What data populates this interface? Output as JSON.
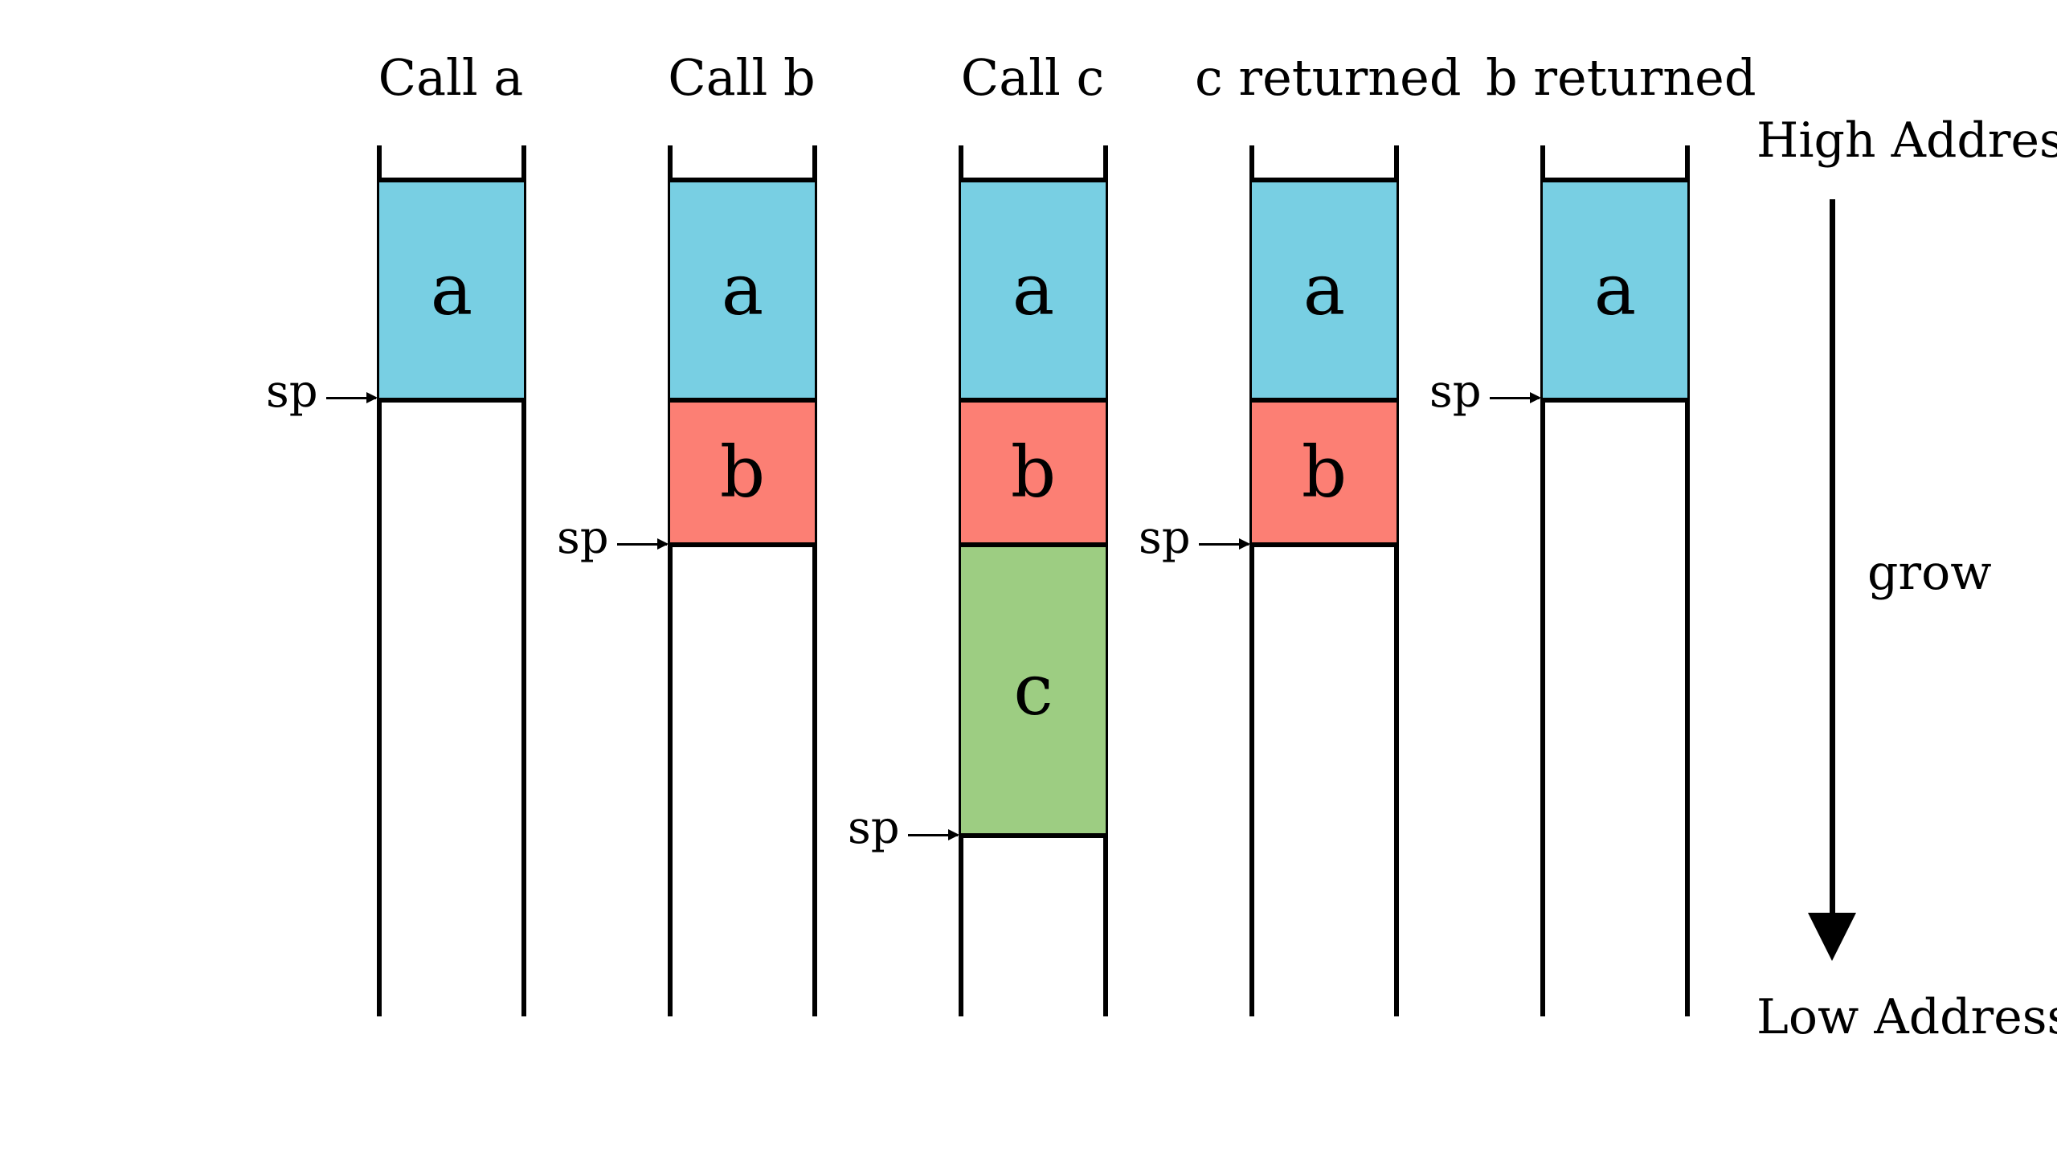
{
  "columns": [
    {
      "title": "Call a",
      "frames": [
        "a"
      ],
      "sp": "sp"
    },
    {
      "title": "Call b",
      "frames": [
        "a",
        "b"
      ],
      "sp": "sp"
    },
    {
      "title": "Call c",
      "frames": [
        "a",
        "b",
        "c"
      ],
      "sp": "sp"
    },
    {
      "title": "c returned",
      "frames": [
        "a",
        "b"
      ],
      "sp": "sp"
    },
    {
      "title": "b returned",
      "frames": [
        "a"
      ],
      "sp": "sp"
    }
  ],
  "axis": {
    "high": "High Address",
    "low": "Low Address",
    "direction": "grow"
  },
  "colors": {
    "a": "#78cfe3",
    "b": "#fc7f74",
    "c": "#9dcd82"
  }
}
